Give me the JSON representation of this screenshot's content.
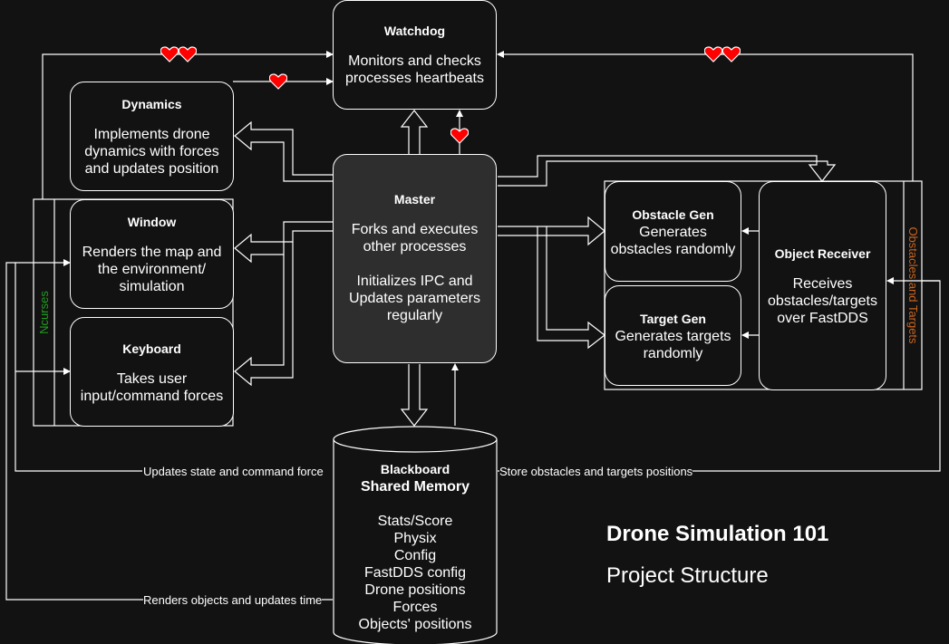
{
  "watchdog": {
    "title": "Watchdog",
    "desc": "Monitors and checks processes heartbeats"
  },
  "dynamics": {
    "title": "Dynamics",
    "desc": "Implements drone dynamics with forces and updates position"
  },
  "window": {
    "title": "Window",
    "desc": "Renders the map and the environment/ simulation"
  },
  "keyboard": {
    "title": "Keyboard",
    "desc": "Takes user input/command forces"
  },
  "master": {
    "title": "Master",
    "desc1": "Forks and executes other processes",
    "desc2": "Initializes IPC and Updates parameters regularly"
  },
  "obstacle_gen": {
    "title": "Obstacle Gen",
    "desc": "Generates obstacles randomly"
  },
  "target_gen": {
    "title": "Target Gen",
    "desc": "Generates targets randomly"
  },
  "object_receiver": {
    "title": "Object Receiver",
    "desc": "Receives obstacles/targets over FastDDS"
  },
  "ncurses_label": "Ncurses",
  "obstacles_targets_label": "Obstacles and Targets",
  "blackboard": {
    "title1": "Blackboard",
    "title2": "Shared Memory",
    "items": [
      "Stats/Score",
      "Physix",
      "Config",
      "FastDDS config",
      "Drone positions",
      "Forces",
      "Objects' positions"
    ]
  },
  "edge_labels": {
    "updates_state": "Updates state and command force",
    "store_obstacles": "Store obstacles and targets positions",
    "renders_objects": "Renders objects and updates time"
  },
  "heading": {
    "title": "Drone Simulation 101",
    "subtitle": "Project Structure"
  },
  "colors": {
    "background": "#121212",
    "ncurses": "#1f9e1f",
    "obstacles_targets": "#c8641e",
    "heart": "#ff0000"
  }
}
